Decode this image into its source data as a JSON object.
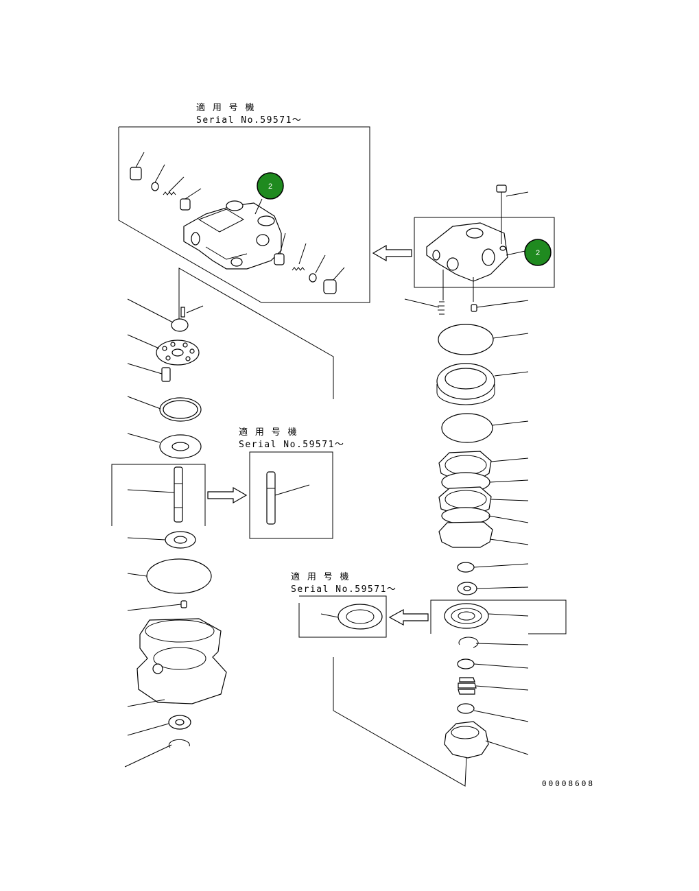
{
  "serial_panels": [
    {
      "heading": "適 用 号 機",
      "serial": "Serial No.59571～"
    },
    {
      "heading": "適 用 号 機",
      "serial": "Serial No.59571～"
    },
    {
      "heading": "適 用 号 機",
      "serial": "Serial No.59571～"
    }
  ],
  "callouts": [
    {
      "label": "2",
      "color": "#1f8a1f"
    },
    {
      "label": "2",
      "color": "#1f8a1f"
    }
  ],
  "document_number": "00008608"
}
